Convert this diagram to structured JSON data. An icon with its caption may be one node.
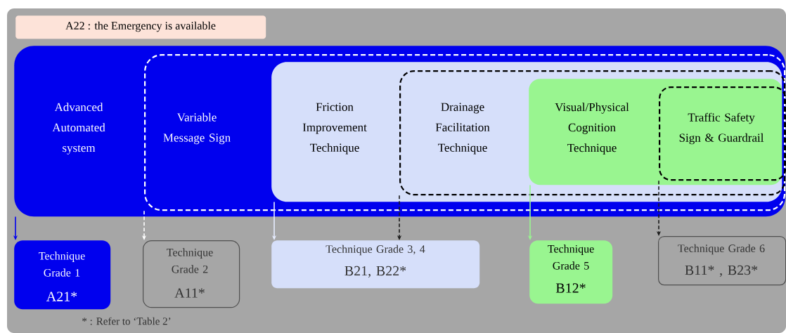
{
  "diagram": {
    "nodes": [
      {
        "text": [
          "A22 : the Emergency is available"
        ]
      },
      {
        "text": [
          "Advanced Automated system"
        ]
      },
      {
        "text": [
          "Variable Message Sign"
        ],
        "in": 1
      },
      {
        "text": [
          "Friction Improvement Technique"
        ],
        "in": 2
      },
      {
        "text": [
          "Drainage Facilitation Technique"
        ],
        "in": 3
      },
      {
        "text": [
          "Visual/Physical Cognition Technique"
        ],
        "in": 4
      },
      {
        "text": [
          "Traffic Safety Sign & Guardrail"
        ],
        "in": 5
      },
      {
        "text": [
          "Technique Grade 1",
          "A21*"
        ]
      },
      {
        "text": [
          "Technique Grade 2",
          "A11*"
        ]
      },
      {
        "text": [
          "Technique Grade 3, 4",
          "B21,  B22*"
        ]
      },
      {
        "text": [
          "Technique Grade 5",
          "B12*"
        ]
      },
      {
        "text": [
          "Technique Grade 6",
          "B11* , B23*"
        ]
      }
    ],
    "edges": [
      {
        "from": 1,
        "to": 7,
        "arrow": "to",
        "color": "#0000ee"
      },
      {
        "from": 2,
        "to": 8,
        "arrow": "to",
        "style": "dashed",
        "color": "#ffffff"
      },
      {
        "from": 3,
        "to": 9,
        "arrow": "to",
        "color": "#e6ecff"
      },
      {
        "from": 4,
        "to": 9,
        "arrow": "to",
        "style": "dashed",
        "color": "#1a1a1a"
      },
      {
        "from": 5,
        "to": 10,
        "arrow": "to",
        "color": "#99f590"
      },
      {
        "from": 6,
        "to": 11,
        "arrow": "to",
        "style": "dashed",
        "color": "#1a1a1a"
      }
    ],
    "labels": [
      "* : Refer to ‘Table 2’"
    ]
  }
}
